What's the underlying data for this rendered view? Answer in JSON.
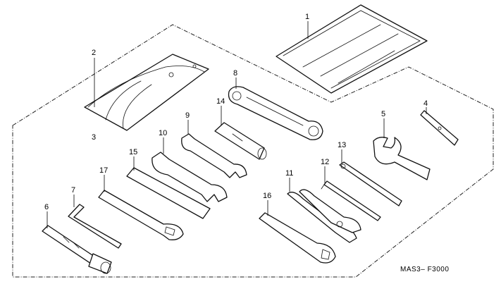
{
  "diagram": {
    "figure_code": "MAS3– F3000",
    "callouts": [
      "1",
      "2",
      "3",
      "4",
      "5",
      "6",
      "7",
      "8",
      "9",
      "10",
      "11",
      "12",
      "13",
      "14",
      "15",
      "16",
      "17"
    ],
    "parts": [
      {
        "ref": "1",
        "name": "tool-pouch-icon"
      },
      {
        "ref": "2",
        "name": "tool-bag-icon"
      },
      {
        "ref": "3",
        "name": "tool-bag-flap-icon"
      },
      {
        "ref": "4",
        "name": "pin-wrench-handle-icon"
      },
      {
        "ref": "5",
        "name": "pin-spanner-icon"
      },
      {
        "ref": "6",
        "name": "spark-plug-wrench-icon"
      },
      {
        "ref": "7",
        "name": "hex-key-icon"
      },
      {
        "ref": "8",
        "name": "box-end-wrench-icon"
      },
      {
        "ref": "9",
        "name": "open-end-wrench-small-icon"
      },
      {
        "ref": "10",
        "name": "open-end-wrench-large-icon"
      },
      {
        "ref": "11",
        "name": "pliers-icon"
      },
      {
        "ref": "12",
        "name": "screwdriver-tip-icon"
      },
      {
        "ref": "13",
        "name": "screwdriver-icon"
      },
      {
        "ref": "14",
        "name": "screwdriver-grip-icon"
      },
      {
        "ref": "15",
        "name": "extension-bar-icon"
      },
      {
        "ref": "16",
        "name": "socket-wrench-icon"
      },
      {
        "ref": "17",
        "name": "offset-wrench-icon"
      }
    ]
  }
}
